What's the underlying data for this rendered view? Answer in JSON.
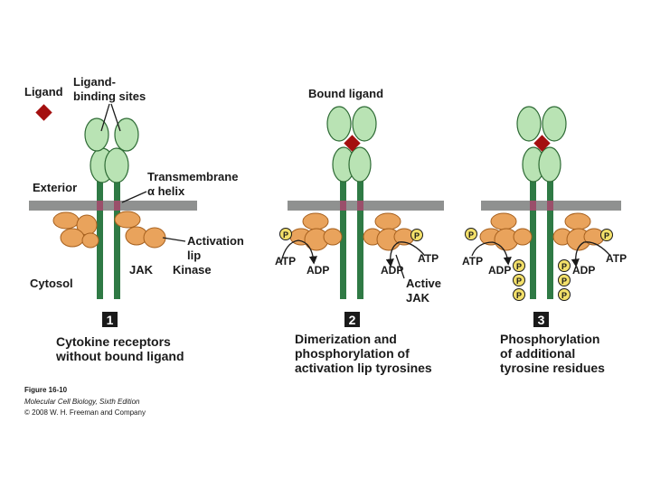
{
  "colors": {
    "ligand": "#a40f0f",
    "receptor_fill": "#b9e3b4",
    "receptor_stroke": "#2e6b35",
    "stalk": "#2f7a45",
    "membrane": "#8f9190",
    "tm_band": "#9a4f6a",
    "jak_fill": "#e9a35c",
    "jak_stroke": "#a6601e",
    "phosphate": "#f3e06a",
    "step_box": "#1a1a1a"
  },
  "panel1": {
    "ligand_label": "Ligand",
    "binding_sites_line1": "Ligand-",
    "binding_sites_line2": "binding sites",
    "exterior_label": "Exterior",
    "tm_line1": "Transmembrane",
    "tm_line2": "α helix",
    "activation_line1": "Activation",
    "activation_line2": "lip",
    "jak_label": "JAK",
    "kinase_label": "Kinase",
    "cytosol_label": "Cytosol",
    "step_number": "1",
    "caption_line1": "Cytokine receptors",
    "caption_line2": "without bound ligand"
  },
  "panel2": {
    "bound_ligand_label": "Bound ligand",
    "atp_left": "ATP",
    "adp_left": "ADP",
    "atp_right": "ATP",
    "adp_right": "ADP",
    "active_line1": "Active",
    "active_line2": "JAK",
    "step_number": "2",
    "caption_line1": "Dimerization and",
    "caption_line2": "phosphorylation of",
    "caption_line3": "activation lip tyrosines"
  },
  "panel3": {
    "atp_left": "ATP",
    "adp_left": "ADP",
    "atp_right": "ATP",
    "adp_right": "ADP",
    "step_number": "3",
    "caption_line1": "Phosphorylation",
    "caption_line2": "of additional",
    "caption_line3": "tyrosine residues"
  },
  "phosphate_symbol": "P",
  "credit": {
    "figure": "Figure 16-10",
    "book": "Molecular Cell Biology, Sixth Edition",
    "copyright": "© 2008 W. H. Freeman and Company"
  }
}
